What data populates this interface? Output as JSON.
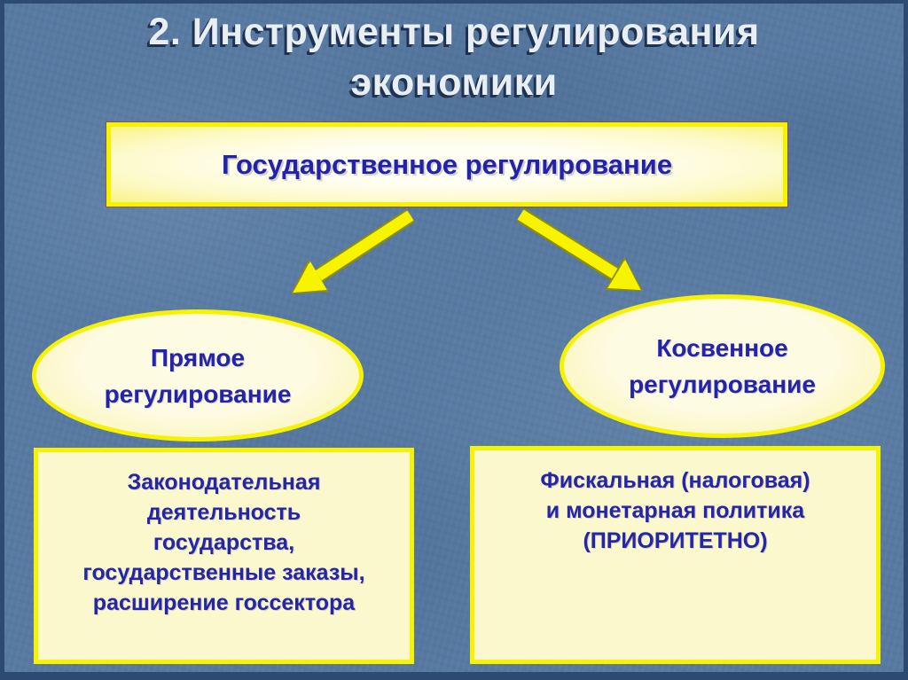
{
  "slide": {
    "title": {
      "line1": "2. Инструменты регулирования",
      "line2": "экономики"
    },
    "root_box": {
      "label": "Государственное регулирование"
    },
    "left_ellipse": {
      "line1": "Прямое",
      "line2": "регулирование"
    },
    "right_ellipse": {
      "line1": "Косвенное",
      "line2": "регулирование"
    },
    "left_box": {
      "lines": [
        "Законодательная",
        "деятельность",
        "государства,",
        "государственные заказы,",
        "расширение госсектора"
      ]
    },
    "right_box": {
      "lines": [
        "Фискальная (налоговая)",
        "и монетарная политика",
        "(ПРИОРИТЕТНО)"
      ]
    },
    "colors": {
      "background": "#587aa2",
      "frame": "#2c4a72",
      "accent_yellow_border": "#f6f200",
      "arrow_yellow": "#f8f400",
      "arrow_outline": "#8f8f00",
      "fill_cream": "#fbf8ce",
      "text_blue": "#2323ac",
      "title_text": "#e8eef2",
      "title_shadow": "#1d3153"
    }
  }
}
